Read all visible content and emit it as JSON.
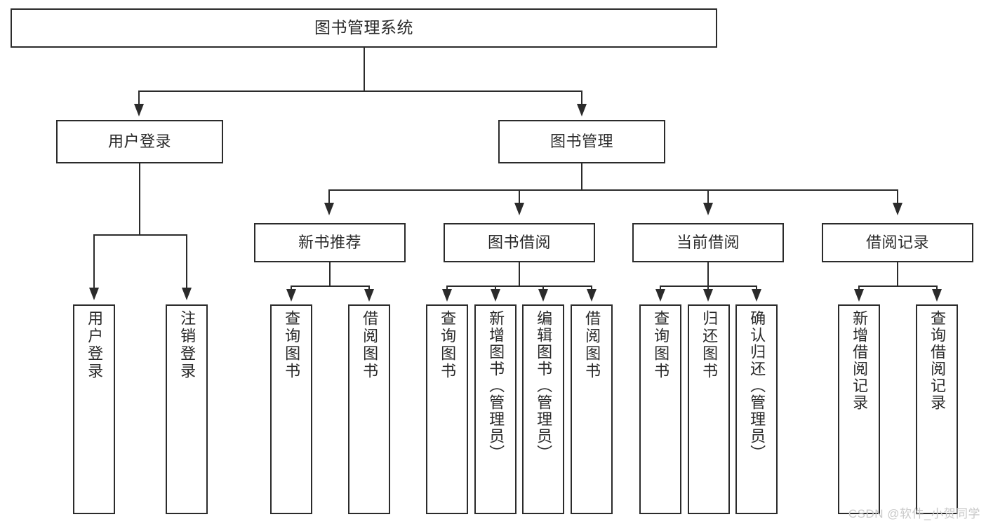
{
  "diagram": {
    "type": "tree",
    "title": "图书管理系统",
    "root": {
      "label": "图书管理系统"
    },
    "level2": [
      {
        "label": "用户登录"
      },
      {
        "label": "图书管理"
      }
    ],
    "level3": [
      {
        "label": "新书推荐"
      },
      {
        "label": "图书借阅"
      },
      {
        "label": "当前借阅"
      },
      {
        "label": "借阅记录"
      }
    ],
    "leaves": {
      "user_login": [
        {
          "label": "用户登录"
        },
        {
          "label": "注销登录"
        }
      ],
      "new_book_recommend": [
        {
          "label": "查询图书"
        },
        {
          "label": "借阅图书"
        }
      ],
      "book_borrow": [
        {
          "label": "查询图书"
        },
        {
          "label": "新增图书（管理员）"
        },
        {
          "label": "编辑图书（管理员）"
        },
        {
          "label": "借阅图书"
        }
      ],
      "current_borrow": [
        {
          "label": "查询图书"
        },
        {
          "label": "归还图书"
        },
        {
          "label": "确认归还（管理员）"
        }
      ],
      "borrow_record": [
        {
          "label": "新增借阅记录"
        },
        {
          "label": "查询借阅记录"
        }
      ]
    }
  },
  "watermark": {
    "text": "CSDN @软件_小贺同学"
  },
  "colors": {
    "stroke": "#2b2b2b",
    "fill": "#ffffff",
    "text": "#2a2a2a",
    "watermark": "#c9c9c9"
  }
}
